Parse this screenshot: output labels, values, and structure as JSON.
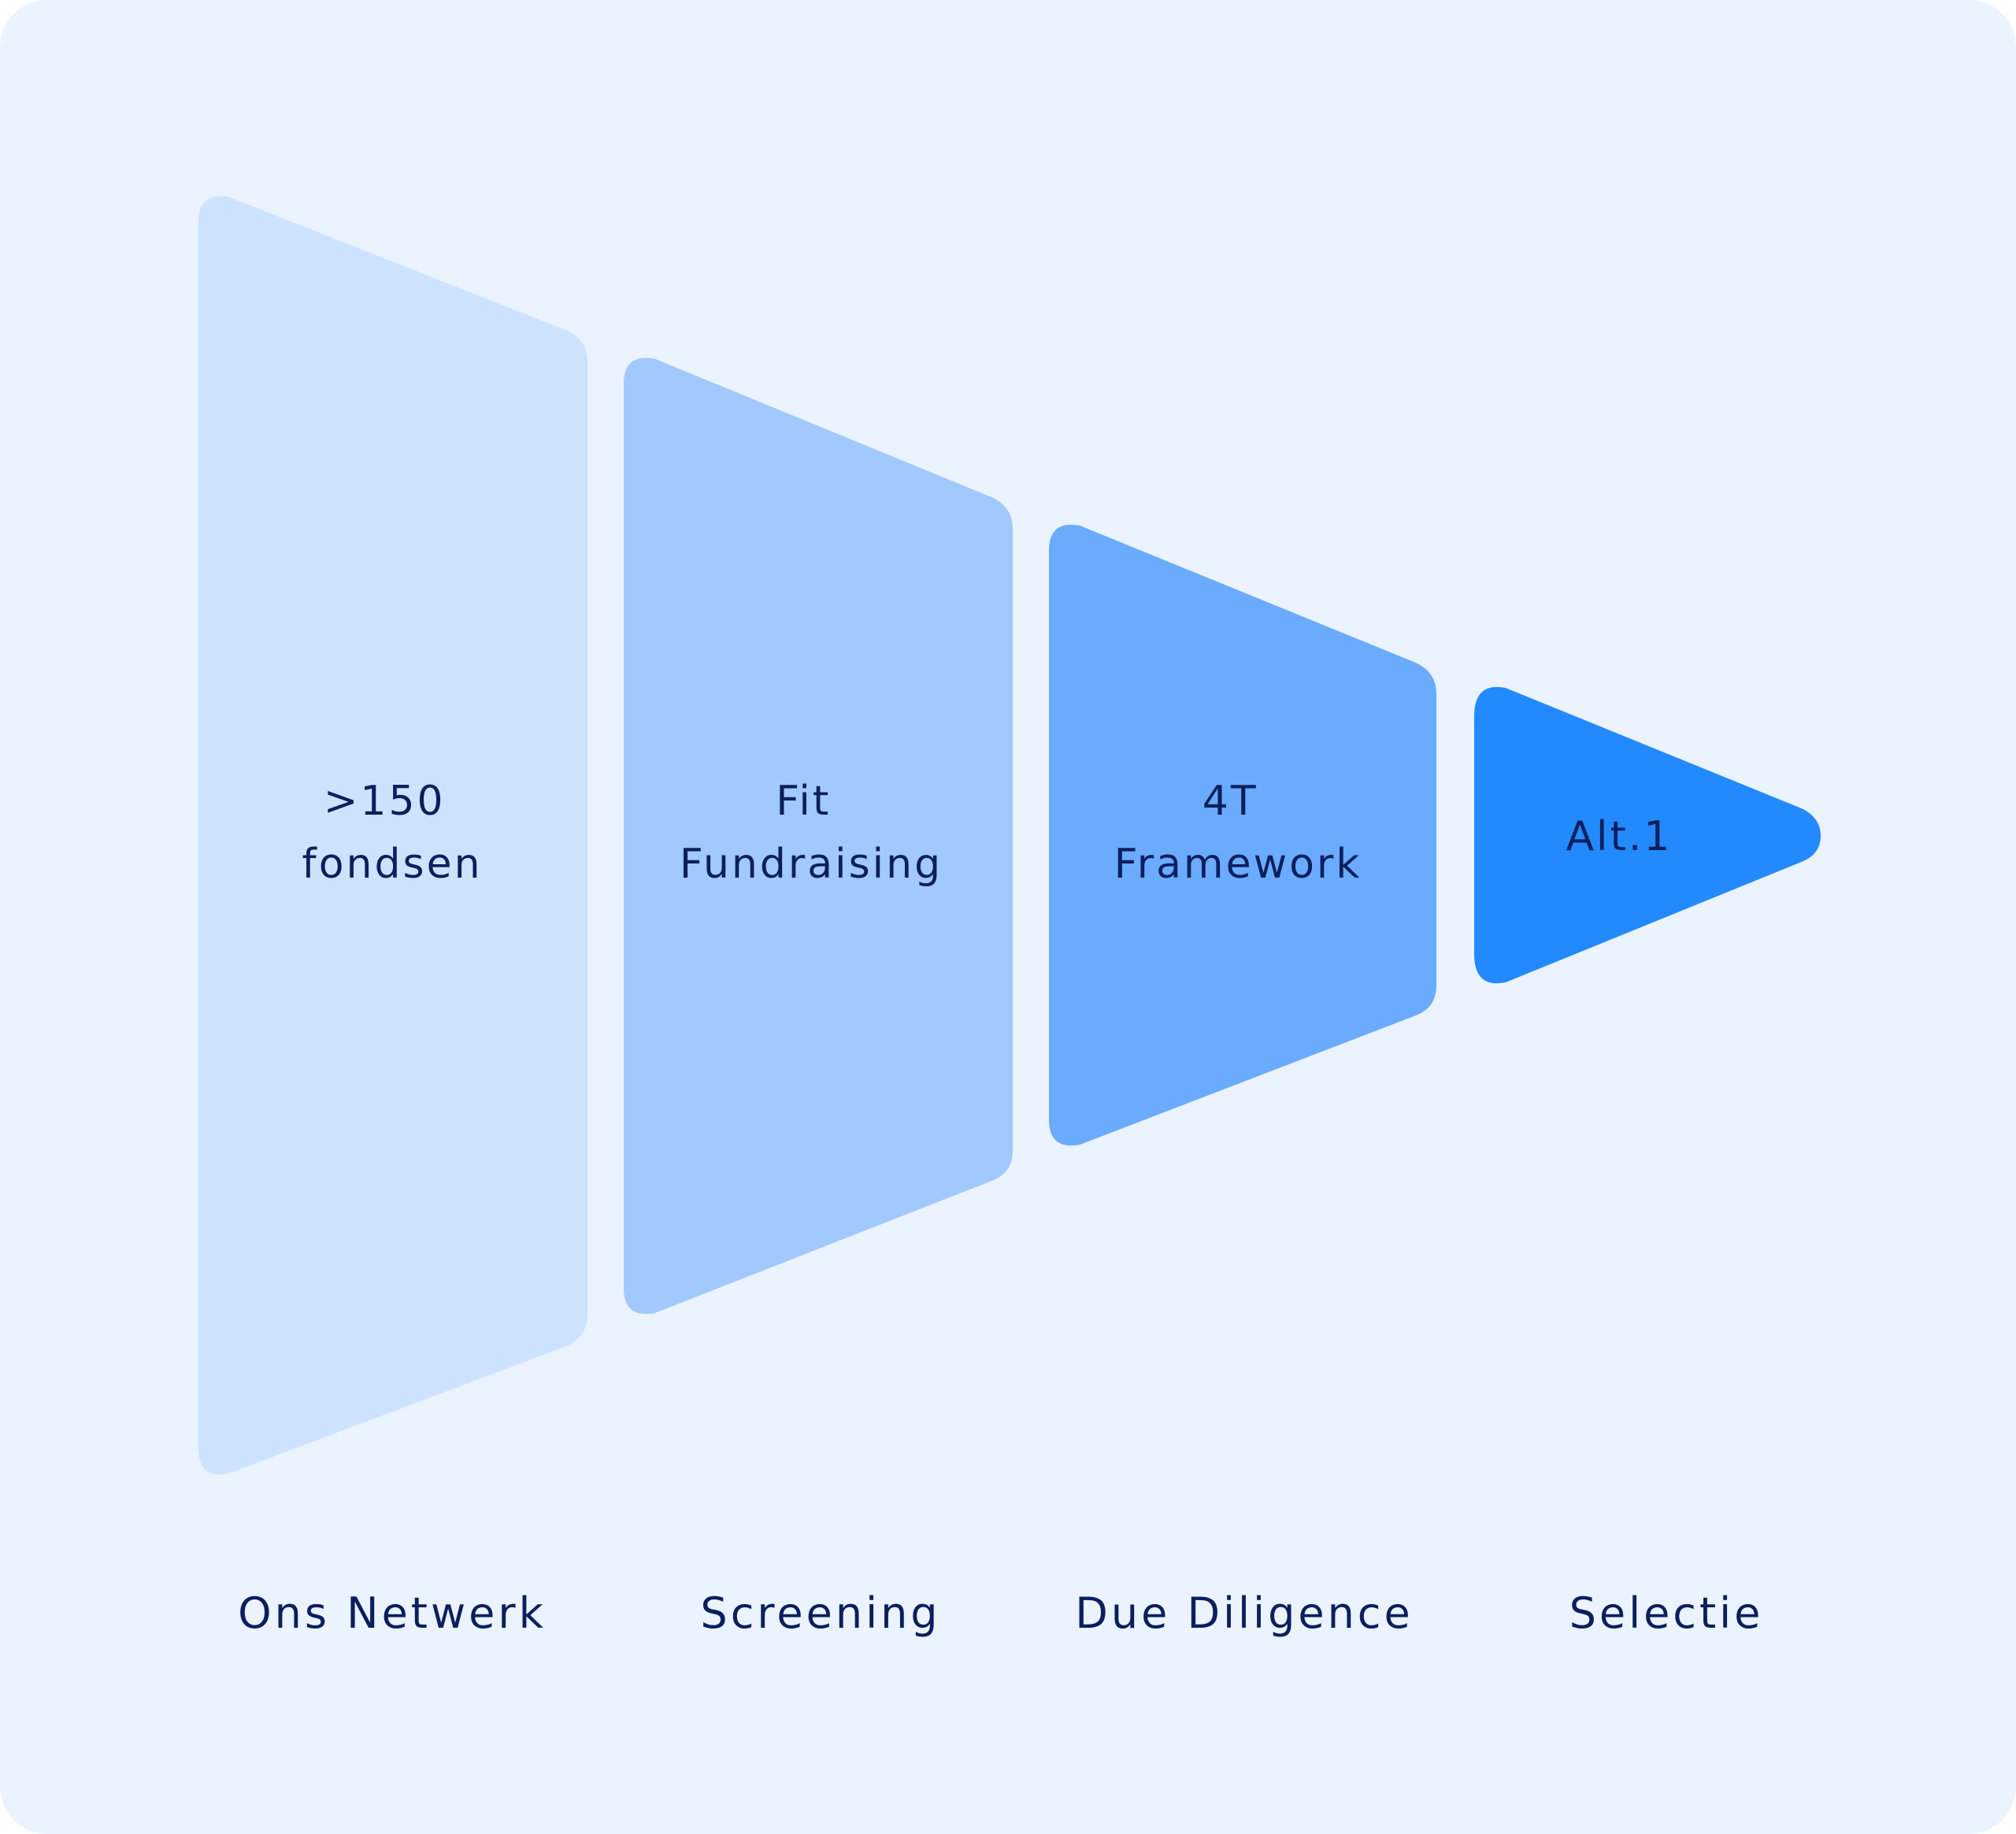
{
  "colors": {
    "background": "#ebf3fe",
    "text": "#0b1f5e",
    "stage_1": "#cde3fd",
    "stage_2": "#a1c9fe",
    "stage_3": "#6aabfe",
    "stage_4": "#228afe"
  },
  "stages": [
    {
      "lines": [
        ">150",
        "fondsen"
      ],
      "label": "Ons Netwerk"
    },
    {
      "lines": [
        "Fit",
        "Fundraising"
      ],
      "label": "Screening"
    },
    {
      "lines": [
        "4T",
        "Framework"
      ],
      "label": "Due Diligence"
    },
    {
      "lines": [
        "Alt.1"
      ],
      "label": "Selectie"
    }
  ]
}
